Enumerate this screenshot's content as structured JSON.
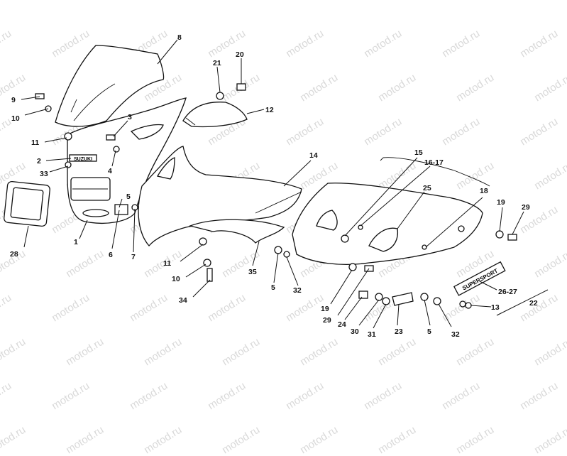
{
  "watermark": "motod.ru",
  "labels": {
    "l1": "1",
    "l2": "2",
    "l3": "3",
    "l4": "4",
    "l5a": "5",
    "l5b": "5",
    "l5c": "5",
    "l6": "6",
    "l7": "7",
    "l8": "8",
    "l9": "9",
    "l10a": "10",
    "l10b": "10",
    "l11a": "11",
    "l11b": "11",
    "l12": "12",
    "l13": "13",
    "l14": "14",
    "l15": "15",
    "l1617": "16-17",
    "l18": "18",
    "l19a": "19",
    "l19b": "19",
    "l20": "20",
    "l21": "21",
    "l22": "22",
    "l23": "23",
    "l24": "24",
    "l25": "25",
    "l2627": "26-27",
    "l28": "28",
    "l29a": "29",
    "l29b": "29",
    "l30": "30",
    "l31": "31",
    "l32a": "32",
    "l32b": "32",
    "l33": "33",
    "l34": "34",
    "l35": "35"
  },
  "decals": {
    "fairing_decal": "SUZUKI",
    "side_decal": "SUPERSPORT"
  }
}
